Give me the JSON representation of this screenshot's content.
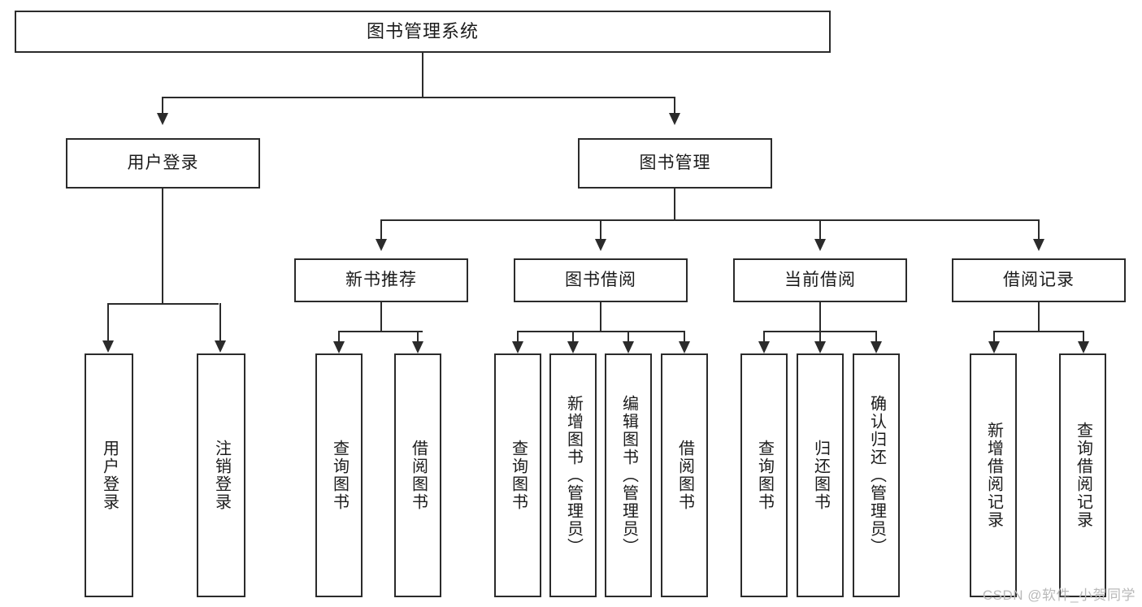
{
  "diagram": {
    "title": "图书管理系统",
    "watermark": "CSDN @软件_小贺同学",
    "level2": [
      {
        "id": "user-login",
        "label": "用户登录"
      },
      {
        "id": "book-manage",
        "label": "图书管理"
      }
    ],
    "level3": [
      {
        "id": "new-book-recommend",
        "label": "新书推荐"
      },
      {
        "id": "book-borrow",
        "label": "图书借阅"
      },
      {
        "id": "current-borrow",
        "label": "当前借阅"
      },
      {
        "id": "borrow-record",
        "label": "借阅记录"
      }
    ],
    "leaves": [
      {
        "id": "leaf-user-login",
        "label": "用户登录",
        "parent": "user-login"
      },
      {
        "id": "leaf-logout",
        "label": "注销登录",
        "parent": "user-login"
      },
      {
        "id": "leaf-query-book-1",
        "label": "查询图书",
        "parent": "new-book-recommend"
      },
      {
        "id": "leaf-borrow-book-1",
        "label": "借阅图书",
        "parent": "new-book-recommend"
      },
      {
        "id": "leaf-query-book-2",
        "label": "查询图书",
        "parent": "book-borrow"
      },
      {
        "id": "leaf-add-book",
        "label": "新增图书（管理员）",
        "parent": "book-borrow"
      },
      {
        "id": "leaf-edit-book",
        "label": "编辑图书（管理员）",
        "parent": "book-borrow"
      },
      {
        "id": "leaf-borrow-book-2",
        "label": "借阅图书",
        "parent": "book-borrow"
      },
      {
        "id": "leaf-query-book-3",
        "label": "查询图书",
        "parent": "current-borrow"
      },
      {
        "id": "leaf-return-book",
        "label": "归还图书",
        "parent": "current-borrow"
      },
      {
        "id": "leaf-confirm-return",
        "label": "确认归还（管理员）",
        "parent": "current-borrow"
      },
      {
        "id": "leaf-add-record",
        "label": "新增借阅记录",
        "parent": "borrow-record"
      },
      {
        "id": "leaf-query-record",
        "label": "查询借阅记录",
        "parent": "borrow-record"
      }
    ],
    "colors": {
      "stroke": "#2b2b2b",
      "fill": "#ffffff",
      "text": "#1b1b1b",
      "watermark": "#b9b9b9"
    }
  }
}
